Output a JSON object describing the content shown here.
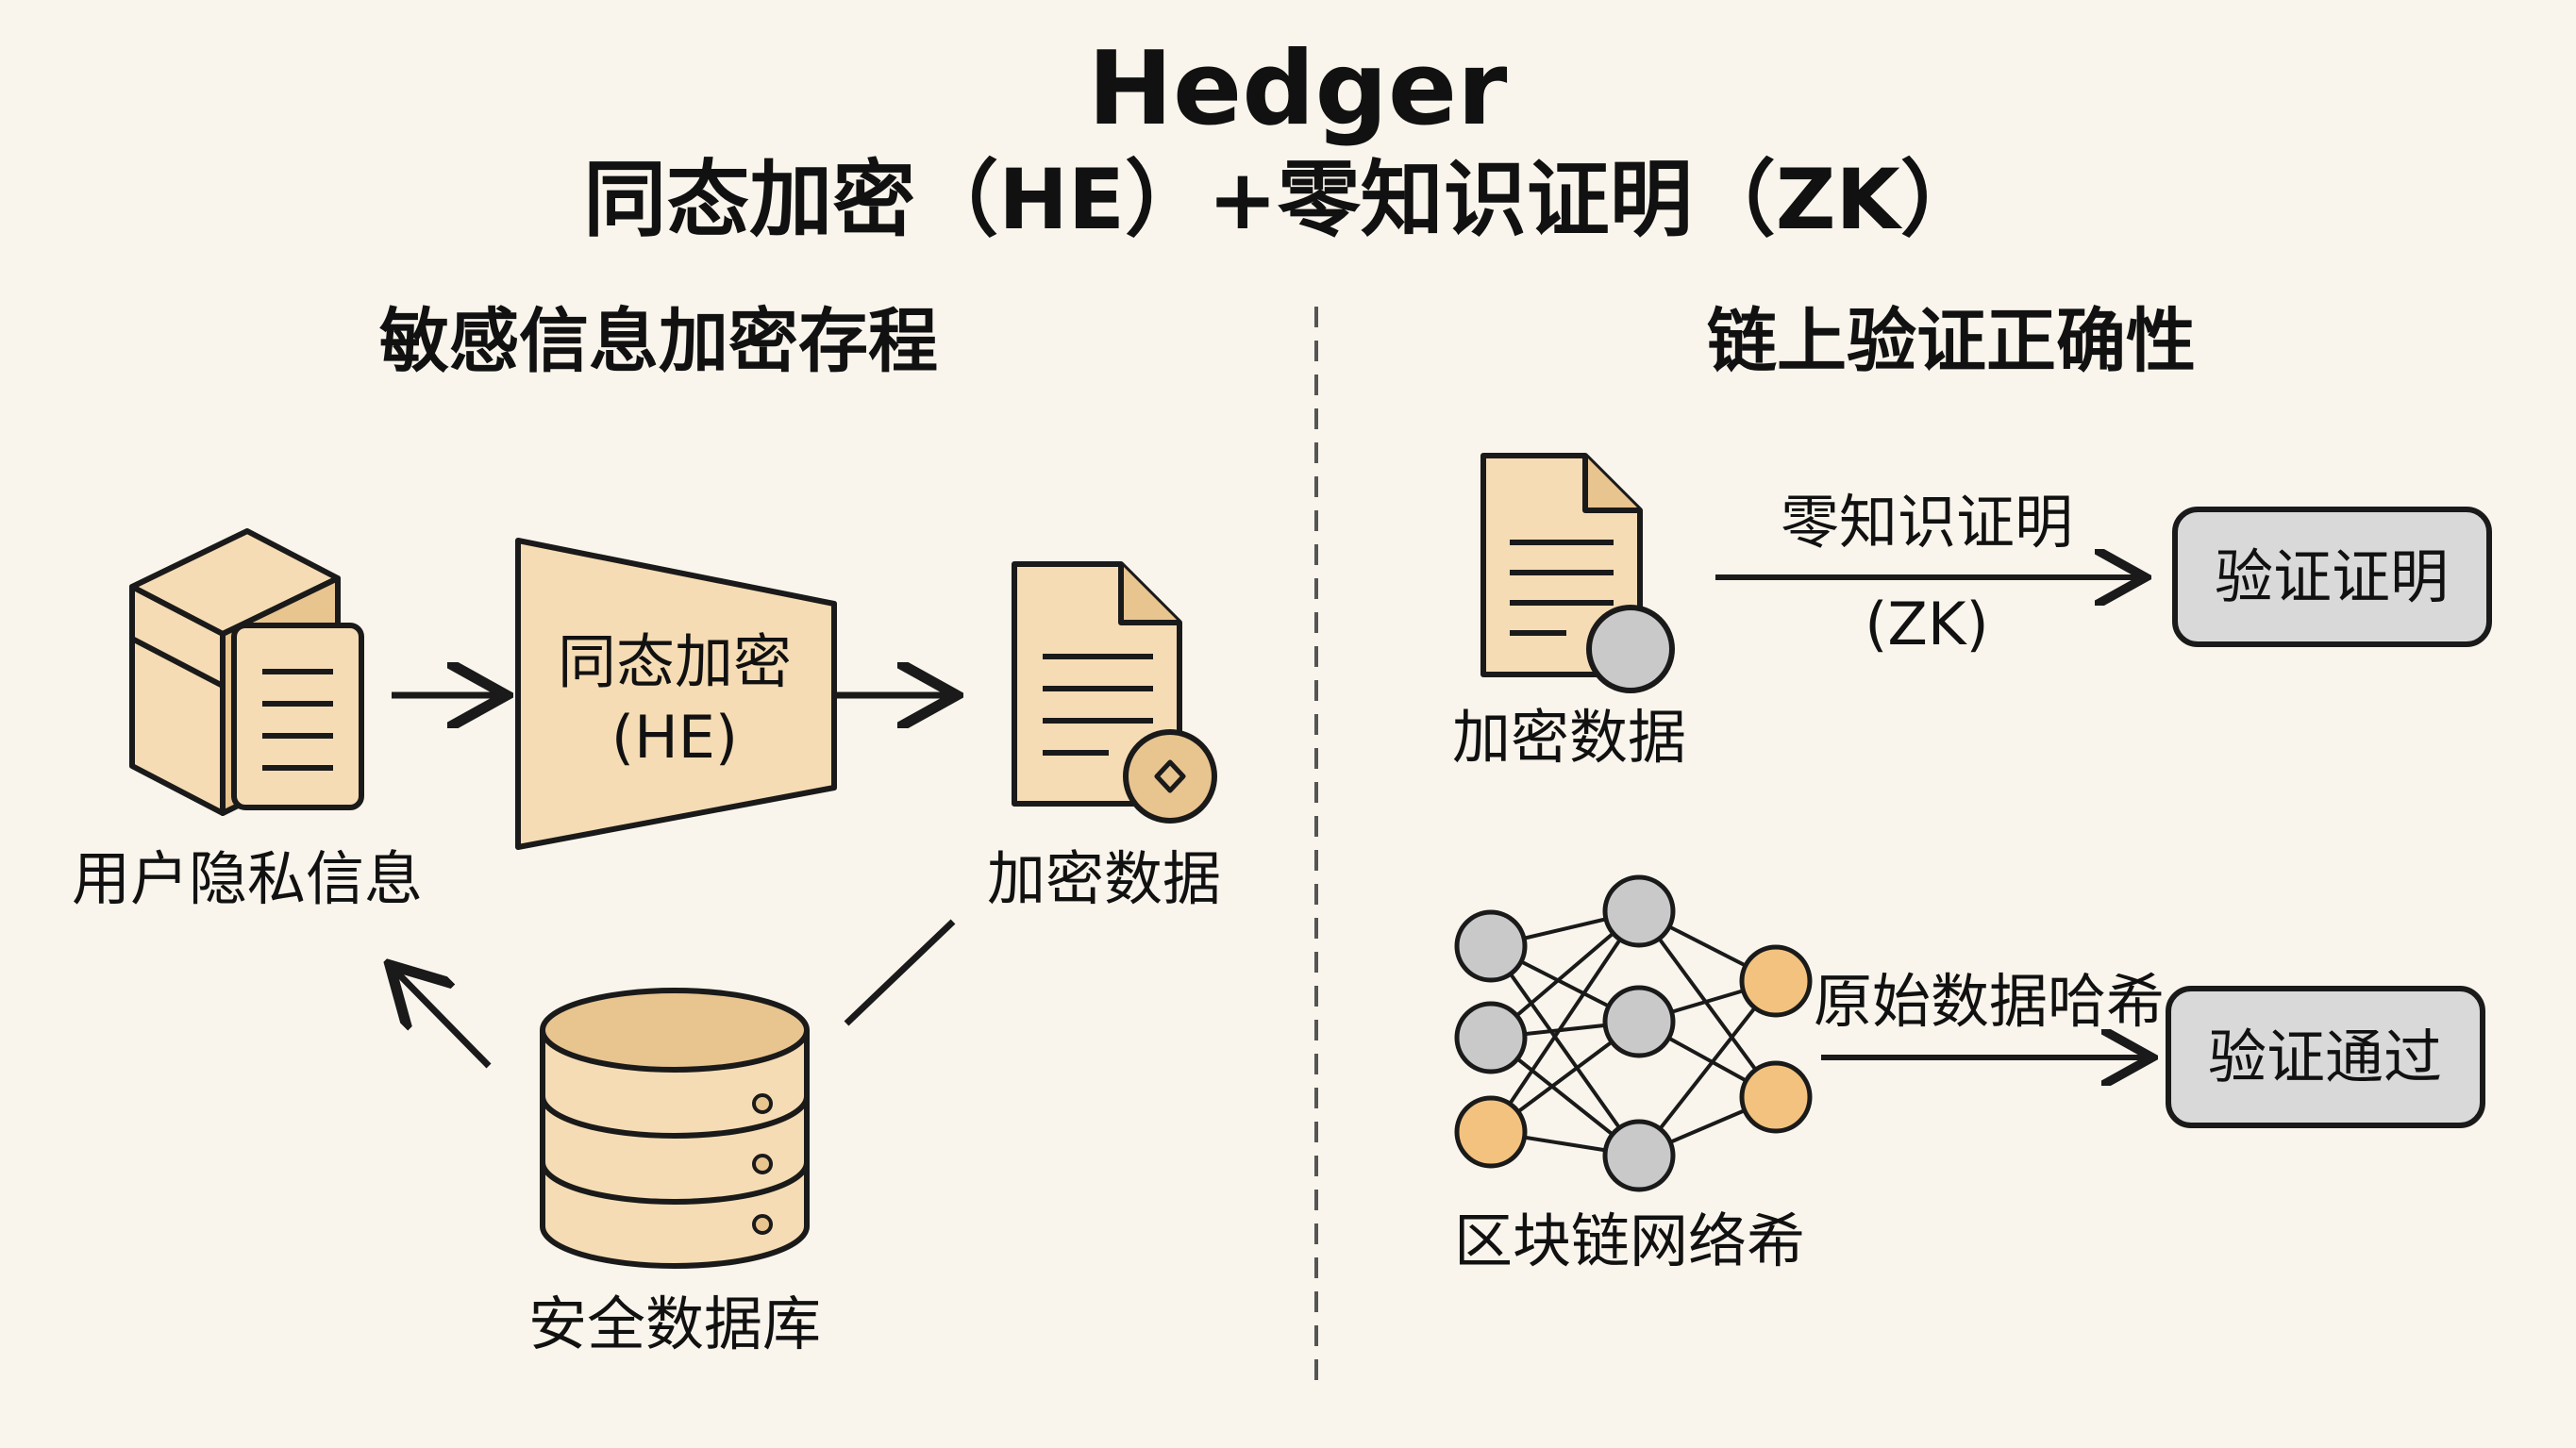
{
  "title": "Hedger",
  "subtitle": "同态加密（HE）+零知识证明（ZK）",
  "left_panel": {
    "heading": "敏感信息加密存程",
    "user_info_label": "用户隐私信息",
    "encrypt_box_line1": "同态加密",
    "encrypt_box_line2": "(HE)",
    "encrypted_data_label": "加密数据",
    "database_label": "安全数据库"
  },
  "right_panel": {
    "heading": "链上验证正确性",
    "encrypted_data_label": "加密数据",
    "zk_arrow_line1": "零知识证明",
    "zk_arrow_line2": "(ZK)",
    "verify_proof_label": "验证证明",
    "network_label": "区块链网络希",
    "hash_arrow_label": "原始数据哈希",
    "verified_label": "验证通过"
  },
  "colors": {
    "background": "#f9f5ec",
    "icon_fill": "#f5dcb4",
    "icon_fill_dark": "#e8c48f",
    "node_gray": "#c9c9c9",
    "node_orange": "#f2c27e",
    "result_box": "#d9d9d9",
    "stroke": "#1a1a1a"
  }
}
